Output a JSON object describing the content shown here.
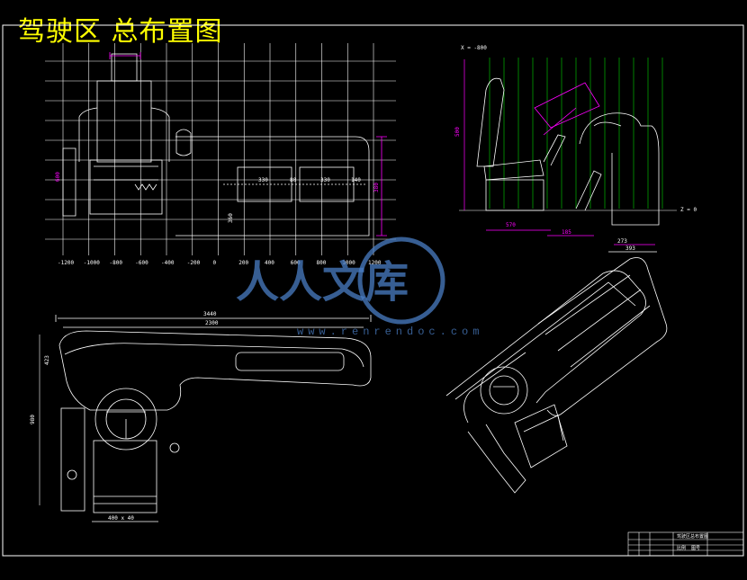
{
  "title": "驾驶区 总布置图",
  "grid_ticks": [
    "-1200",
    "-1000",
    "-800",
    "-600",
    "-400",
    "-200",
    "0",
    "200",
    "400",
    "600",
    "800",
    "1000",
    "1200"
  ],
  "top_view_dims": {
    "d_330a": "330",
    "d_80": "80",
    "d_330b": "330",
    "d_140": "140",
    "d_360": "360",
    "d_380": "380",
    "d_left_600": "600"
  },
  "side_view_dims": {
    "x_label": "X = -800",
    "z_label": "Z = 0",
    "d_570": "570",
    "d_273": "273",
    "d_393": "393",
    "d_185": "185",
    "d_500": "500"
  },
  "dashboard_dims": {
    "d_3440": "3440",
    "d_2300": "2300",
    "d_423": "423",
    "d_980": "980",
    "d_seat": "400 x 40"
  },
  "watermark": {
    "text": "人人文库",
    "url": "www.renrendoc.com",
    "color": "#4a7ec4"
  },
  "title_block": {
    "name": "驾驶区总布置图",
    "scale_label": "比例",
    "sheet_label": "图号"
  },
  "colors": {
    "background": "#000000",
    "outline": "#ffffff",
    "grid": "#ffffff",
    "accent_magenta": "#ff00ff",
    "accent_green": "#00ff00",
    "accent_yellow": "#ffff00",
    "accent_cyan": "#00ffff"
  }
}
